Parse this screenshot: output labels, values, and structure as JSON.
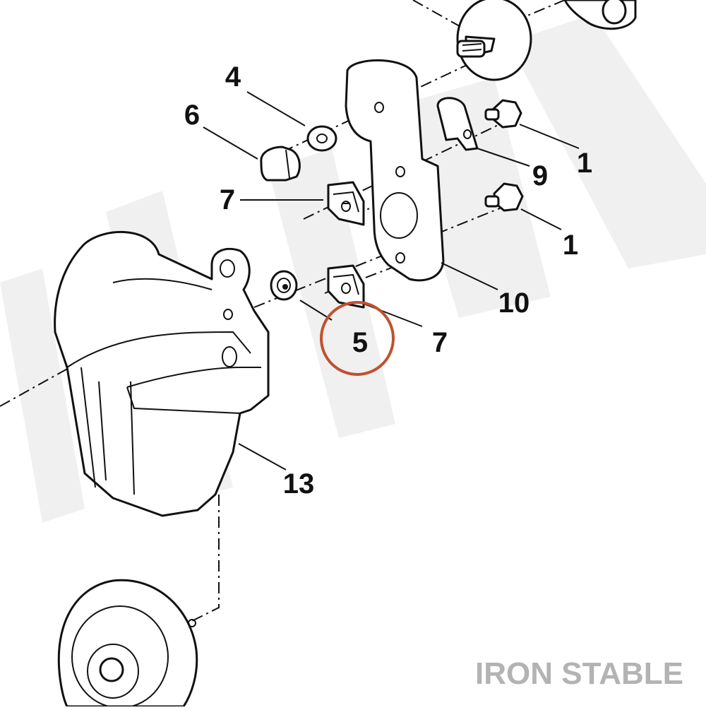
{
  "diagram": {
    "callouts": [
      {
        "id": "4",
        "label": "4"
      },
      {
        "id": "6",
        "label": "6"
      },
      {
        "id": "7a",
        "label": "7"
      },
      {
        "id": "5",
        "label": "5"
      },
      {
        "id": "7b",
        "label": "7"
      },
      {
        "id": "1a",
        "label": "1"
      },
      {
        "id": "9",
        "label": "9"
      },
      {
        "id": "1b",
        "label": "1"
      },
      {
        "id": "10",
        "label": "10"
      },
      {
        "id": "13",
        "label": "13"
      }
    ],
    "highlighted_callout": "5",
    "watermark": {
      "text": "IRON STABLE"
    },
    "colors": {
      "line": "#111111",
      "highlight_ring": "#c0512f",
      "watermark_text": "#b3b3b3",
      "watermark_shape": "#f0f0f0"
    }
  }
}
